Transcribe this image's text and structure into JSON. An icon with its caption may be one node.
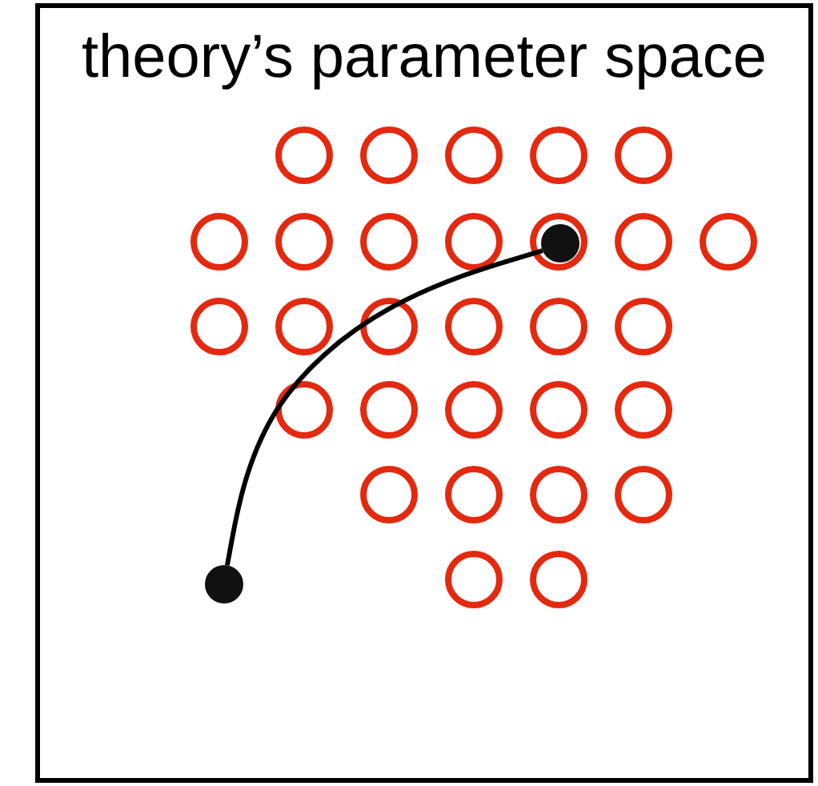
{
  "diagram": {
    "nodes": [
      {
        "text": [
          "theory’s parameter space"
        ]
      },
      {
        "text": [],
        "shape": "circle",
        "in": 0
      },
      {
        "text": [],
        "shape": "circle",
        "in": 0
      }
    ],
    "edges": [
      {
        "from": 1,
        "to": 2,
        "arrow": "none"
      }
    ]
  }
}
